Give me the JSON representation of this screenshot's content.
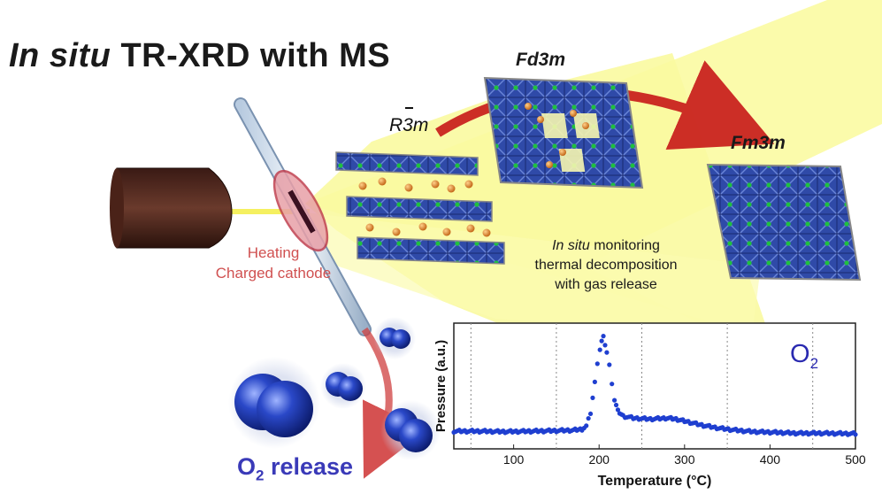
{
  "title": {
    "italic": "In situ",
    "rest": " TR-XRD with MS"
  },
  "phases": {
    "r3m": "R3m",
    "fd3m": "Fd3m",
    "fm3m": "Fm3m"
  },
  "labels": {
    "heating": "Heating",
    "charged_cathode": "Charged cathode",
    "monitoring_italic": "In situ",
    "monitoring_line1_rest": " monitoring",
    "monitoring_line2": "thermal decomposition",
    "monitoring_line3": "with gas release",
    "o2_release_text": "O",
    "o2_release_sub": "2",
    "o2_release_rest": " release",
    "o2_legend": "O",
    "o2_legend_sub": "2"
  },
  "colors": {
    "beam": "#fafa9c",
    "arrow_red": "#d02020",
    "octahedra": "#3a55b0",
    "oxygen": "#2040b0",
    "plot_points": "#1f3fd0",
    "li_ion": "#e08a2a"
  },
  "chart_data": {
    "type": "scatter",
    "xlabel": "Temperature (°C)",
    "ylabel": "Pressure (a.u.)",
    "xlim": [
      30,
      500
    ],
    "xticks": [
      100,
      200,
      300,
      400,
      500
    ],
    "grid_x": [
      50,
      150,
      250,
      350,
      450
    ],
    "grid_style": "dotted vertical",
    "series": [
      {
        "points": [
          [
            30,
            0.07
          ],
          [
            60,
            0.07
          ],
          [
            90,
            0.065
          ],
          [
            120,
            0.07
          ],
          [
            150,
            0.075
          ],
          [
            170,
            0.08
          ],
          [
            180,
            0.09
          ],
          [
            185,
            0.12
          ],
          [
            190,
            0.25
          ],
          [
            195,
            0.55
          ],
          [
            198,
            0.75
          ],
          [
            201,
            0.88
          ],
          [
            203,
            0.96
          ],
          [
            205,
            1.0
          ],
          [
            207,
            0.93
          ],
          [
            209,
            0.85
          ],
          [
            212,
            0.72
          ],
          [
            215,
            0.55
          ],
          [
            218,
            0.38
          ],
          [
            222,
            0.27
          ],
          [
            228,
            0.22
          ],
          [
            240,
            0.2
          ],
          [
            260,
            0.19
          ],
          [
            280,
            0.2
          ],
          [
            290,
            0.19
          ],
          [
            300,
            0.17
          ],
          [
            320,
            0.13
          ],
          [
            340,
            0.1
          ],
          [
            360,
            0.08
          ],
          [
            380,
            0.065
          ],
          [
            400,
            0.06
          ],
          [
            430,
            0.05
          ],
          [
            460,
            0.05
          ],
          [
            500,
            0.045
          ]
        ]
      }
    ]
  }
}
